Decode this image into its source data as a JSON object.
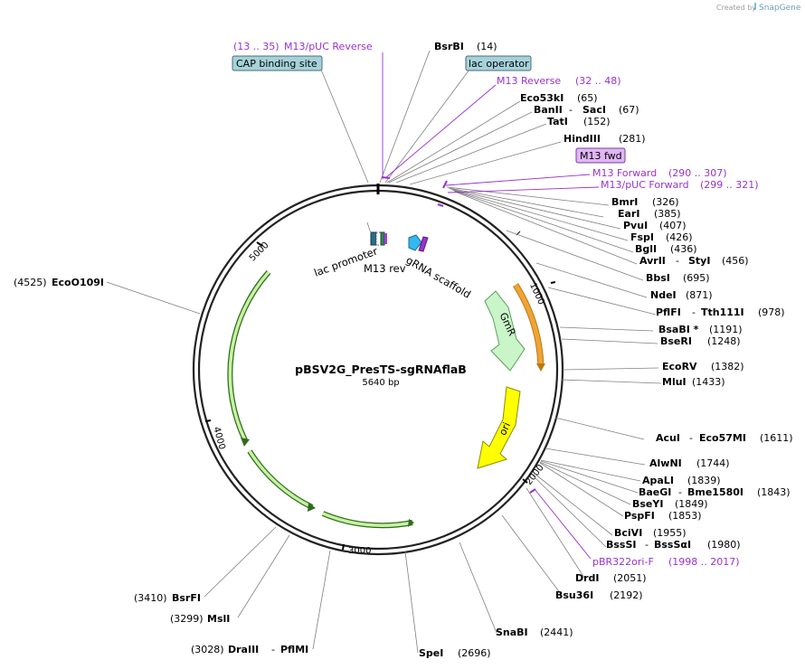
{
  "header": {
    "created_by": "Created by",
    "brand": "SnapGene"
  },
  "plasmid": {
    "name": "pBSV2G_PresTS-sgRNAflaB",
    "size": "5640 bp"
  },
  "ticks": [
    "1000",
    "2000",
    "3000",
    "4000",
    "5000"
  ],
  "features": {
    "lac_promoter": "lac promoter",
    "m13_rev": "M13 rev",
    "grna_scaffold": "gRNA scaffold",
    "gmr": "GmR",
    "ori": "ori"
  },
  "boxes": {
    "cap": "CAP binding site",
    "lac_operator": "lac operator",
    "m13_fwd": "M13 fwd"
  },
  "primers": {
    "m13_puc_reverse": {
      "name": "M13/pUC Reverse",
      "range": "(13 .. 35)"
    },
    "m13_reverse": {
      "name": "M13 Reverse",
      "range": "(32 .. 48)"
    },
    "m13_forward": {
      "name": "M13 Forward",
      "range": "(290 .. 307)"
    },
    "m13_puc_forward": {
      "name": "M13/pUC Forward",
      "range": "(299 .. 321)"
    },
    "pbr322ori_f": {
      "name": "pBR322ori-F",
      "range": "(1998 .. 2017)"
    }
  },
  "sites": {
    "bsrbi": {
      "name": "BsrBI",
      "pos": "(14)"
    },
    "eco53ki": {
      "name": "Eco53kI",
      "pos": "(65)"
    },
    "banii": {
      "name": "BanII",
      "sep": "-",
      "name2": "SacI",
      "pos": "(67)"
    },
    "tati": {
      "name": "TatI",
      "pos": "(152)"
    },
    "hindiii": {
      "name": "HindIII",
      "pos": "(281)"
    },
    "bmri": {
      "name": "BmrI",
      "pos": "(326)"
    },
    "eari": {
      "name": "EarI",
      "pos": "(385)"
    },
    "pvui": {
      "name": "PvuI",
      "pos": "(407)"
    },
    "fspi": {
      "name": "FspI",
      "pos": "(426)"
    },
    "bgli": {
      "name": "BglI",
      "pos": "(436)"
    },
    "avrii": {
      "name": "AvrII",
      "sep": "-",
      "name2": "StyI",
      "pos": "(456)"
    },
    "bbsi": {
      "name": "BbsI",
      "pos": "(695)"
    },
    "ndei": {
      "name": "NdeI",
      "pos": "(871)"
    },
    "pflfi": {
      "name": "PflFI",
      "sep": "-",
      "name2": "Tth111I",
      "pos": "(978)"
    },
    "bsabi": {
      "name": "BsaBI *",
      "pos": "(1191)"
    },
    "bseri": {
      "name": "BseRI",
      "pos": "(1248)"
    },
    "ecorv": {
      "name": "EcoRV",
      "pos": "(1382)"
    },
    "mlui": {
      "name": "MluI",
      "pos": "(1433)"
    },
    "acui": {
      "name": "AcuI",
      "sep": "-",
      "name2": "Eco57MI",
      "pos": "(1611)"
    },
    "alwni": {
      "name": "AlwNI",
      "pos": "(1744)"
    },
    "apali": {
      "name": "ApaLI",
      "pos": "(1839)"
    },
    "baegi": {
      "name": "BaeGI",
      "sep": "-",
      "name2": "Bme1580I",
      "pos": "(1843)"
    },
    "bseyi": {
      "name": "BseYI",
      "pos": "(1849)"
    },
    "pspfi": {
      "name": "PspFI",
      "pos": "(1853)"
    },
    "bcivi": {
      "name": "BciVI",
      "pos": "(1955)"
    },
    "bsssi": {
      "name": "BssSI",
      "sep": "-",
      "name2": "BssSαI",
      "pos": "(1980)"
    },
    "drdi": {
      "name": "DrdI",
      "pos": "(2051)"
    },
    "bsu36i": {
      "name": "Bsu36I",
      "pos": "(2192)"
    },
    "snabi": {
      "name": "SnaBI",
      "pos": "(2441)"
    },
    "spei": {
      "name": "SpeI",
      "pos": "(2696)"
    },
    "draiii": {
      "name": "DraIII",
      "sep": "-",
      "name2": "PflMI",
      "pos": "(3028)"
    },
    "msli": {
      "name": "MslI",
      "pos": "(3299)"
    },
    "bsrfi": {
      "name": "BsrFI",
      "pos": "(3410)"
    },
    "ecoo109i": {
      "name": "EcoO109I",
      "pos": "(4525)"
    }
  }
}
